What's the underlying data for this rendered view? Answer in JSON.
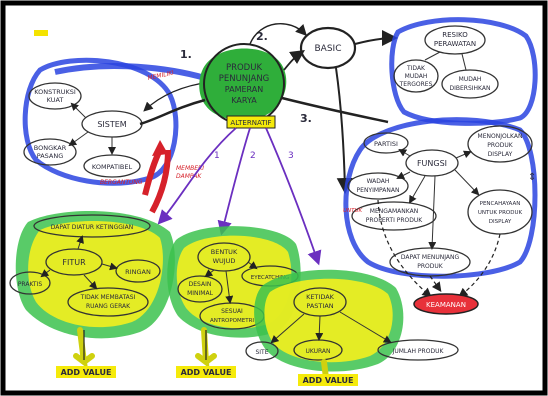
{
  "center": {
    "line1": "PRODUK",
    "line2": "PENUNJANG",
    "line3": "PAMERAN",
    "line4": "KARYA"
  },
  "alternatif": "ALTERNATIF",
  "basic": "BASIC",
  "numbers": {
    "n1": "1.",
    "n2": "2.",
    "n3": "3.",
    "a1": "1",
    "a2": "2",
    "a3": "3"
  },
  "risiko": {
    "title1": "RESIKO",
    "title2": "PERAWATAN",
    "tidak1": "TIDAK",
    "tidak2": "MUDAH",
    "tidak3": "TERGORES",
    "mudah1": "MUDAH",
    "mudah2": "DIBERSIHKAN"
  },
  "sistem": {
    "center": "SISTEM",
    "konstruksi1": "KONSTRUKSI",
    "konstruksi2": "KUAT",
    "bongkar1": "BONGKAR",
    "bongkar2": "PASANG",
    "kompatibel": "KOMPATIBEL"
  },
  "relations": {
    "memiliki": "MEMILIKI",
    "bergantung": "BERGANTUNG",
    "memberi1": "MEMBERI",
    "memberi2": "DAMPAK",
    "untuk": "UNTUK"
  },
  "fungsi": {
    "center": "FUNGSI",
    "partisi": "PARTISI",
    "menonjolkan1": "MENONJOLKAN",
    "menonjolkan2": "PRODUK",
    "menonjolkan3": "DISPLAY",
    "wadah1": "WADAH",
    "wadah2": "PENYIMPANAN",
    "mengamankan1": "MENGAMANKAN",
    "mengamankan2": "PROPERTI PRODUK",
    "pencahayaan1": "PENCAHAYAAN",
    "pencahayaan2": "UNTUK PRODUK",
    "pencahayaan3": "DISPLAY",
    "dapat1": "DAPAT MENUNJANG",
    "dapat2": "PRODUK",
    "keamanan": "KEAMANAN"
  },
  "fitur": {
    "center": "FITUR",
    "diatur": "DAPAT DIATUR KETINGGIAN",
    "praktis": "PRAKTIS",
    "ringan": "RINGAN",
    "tidak1": "TIDAK MEMBATASI",
    "tidak2": "RUANG GERAK"
  },
  "bentuk": {
    "center1": "BENTUK",
    "center2": "WUJUD",
    "desain1": "DESAIN",
    "desain2": "MINIMAL",
    "eye": "EYECATCHING",
    "sesuai1": "SESUAI",
    "sesuai2": "ANTROPOMETRI"
  },
  "ketidak": {
    "center1": "KETIDAK",
    "center2": "PASTIAN",
    "site": "SITE",
    "ukuran": "UKURAN",
    "jumlah": "JUMLAH PRODUK"
  },
  "addvalue": {
    "a": "ADD VALUE",
    "b": "ADD VALUE",
    "c": "ADD VALUE"
  }
}
